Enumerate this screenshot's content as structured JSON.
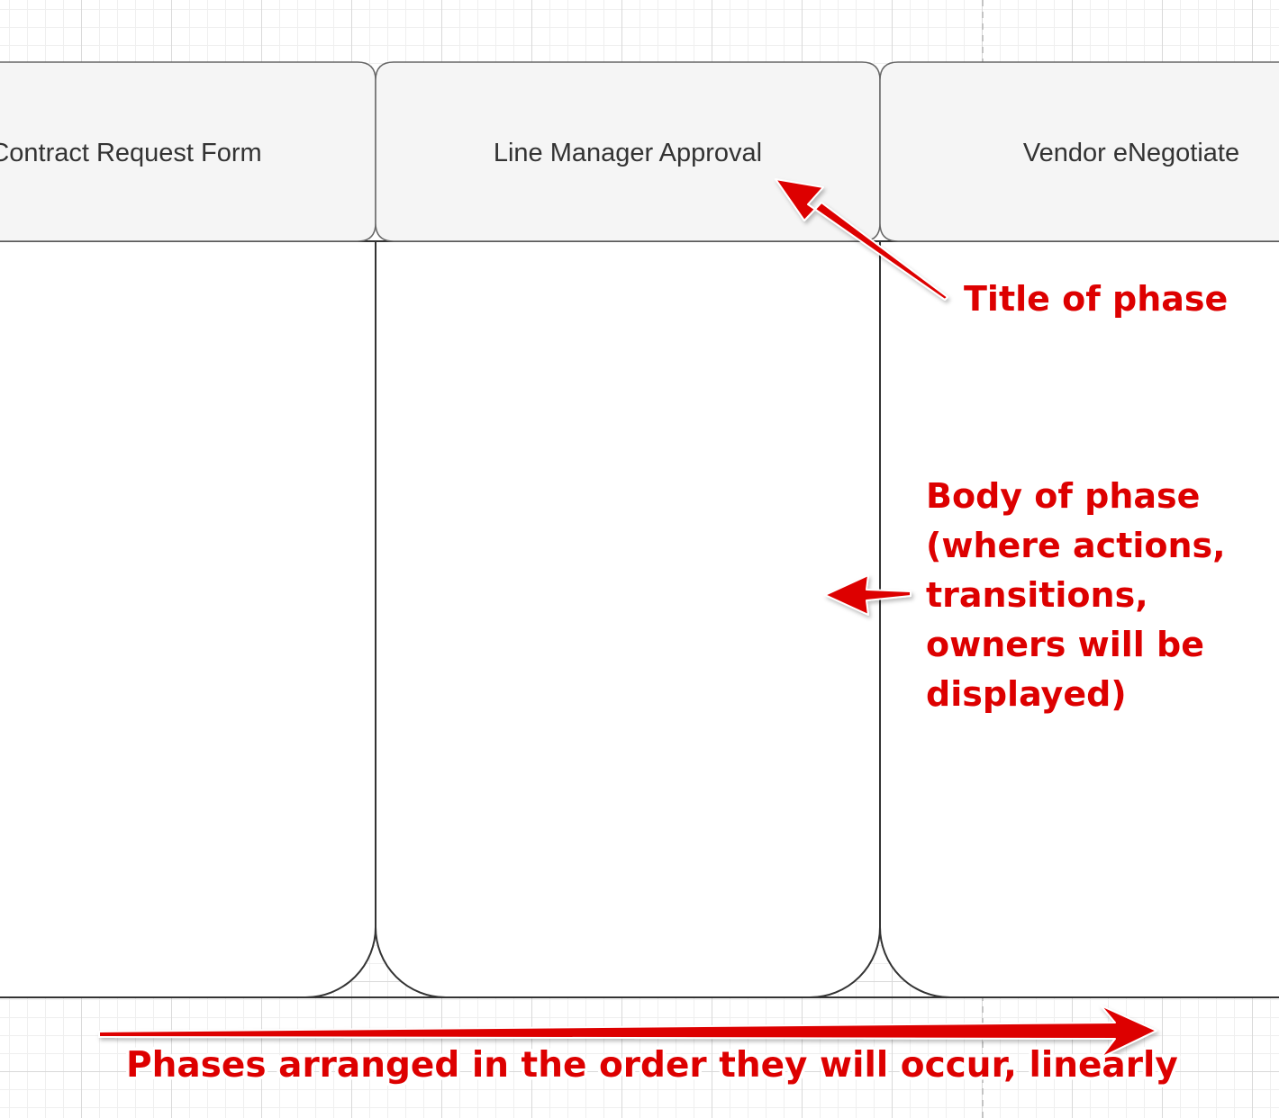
{
  "phases": [
    {
      "title": "Contract Request Form"
    },
    {
      "title": "Line Manager Approval"
    },
    {
      "title": "Vendor eNegotiate"
    }
  ],
  "annotations": {
    "title_note": "Title of phase",
    "body_note_lines": [
      "Body of phase",
      "(where actions,",
      "transitions,",
      "owners will be",
      "displayed)"
    ],
    "order_note": "Phases arranged in the order they will occur, linearly"
  },
  "colors": {
    "header_fill": "#f5f5f5",
    "outline": "#333333",
    "annotation": "#dd0000",
    "grid": "#d9d9d9"
  }
}
